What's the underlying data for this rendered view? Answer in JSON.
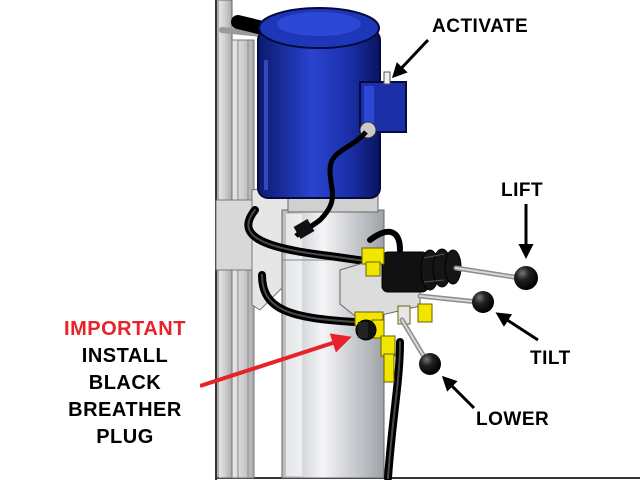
{
  "labels": {
    "activate": "ACTIVATE",
    "lift": "LIFT",
    "tilt": "TILT",
    "lower": "LOWER"
  },
  "note": {
    "important": "IMPORTANT",
    "lines": [
      "INSTALL",
      "BLACK",
      "BREATHER",
      "PLUG"
    ]
  },
  "colors": {
    "motor_blue": "#1a2fa8",
    "fitting_yellow": "#f2e600",
    "callout_red": "#e8222a",
    "knob_black": "#111111"
  }
}
